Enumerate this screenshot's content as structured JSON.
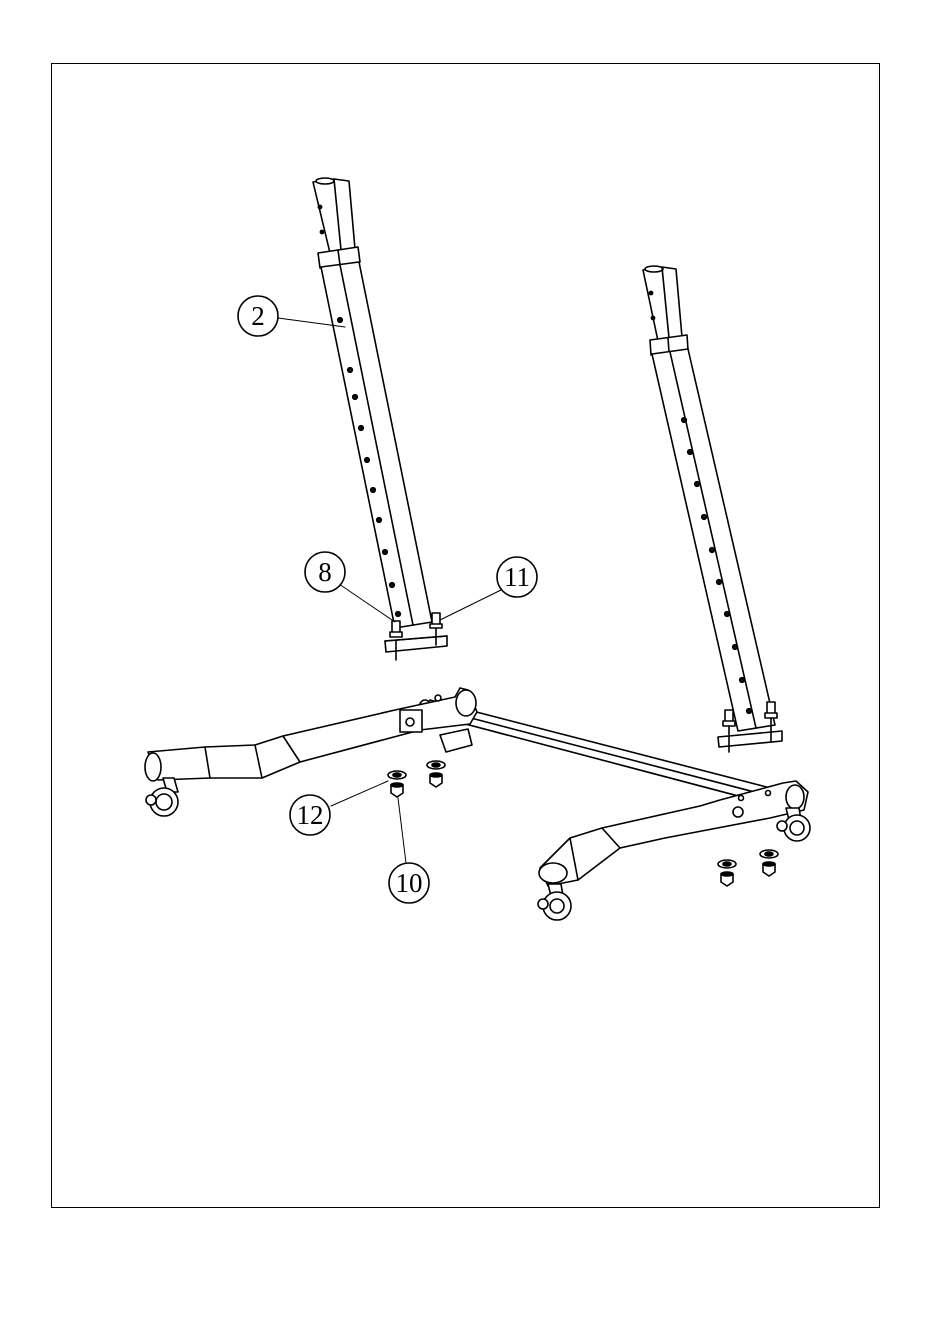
{
  "callouts": {
    "c2": "2",
    "c8": "8",
    "c11": "11",
    "c12": "12",
    "c10": "10"
  },
  "colors": {
    "line": "#000000",
    "fill": "#ffffff",
    "hole": "#111111"
  }
}
